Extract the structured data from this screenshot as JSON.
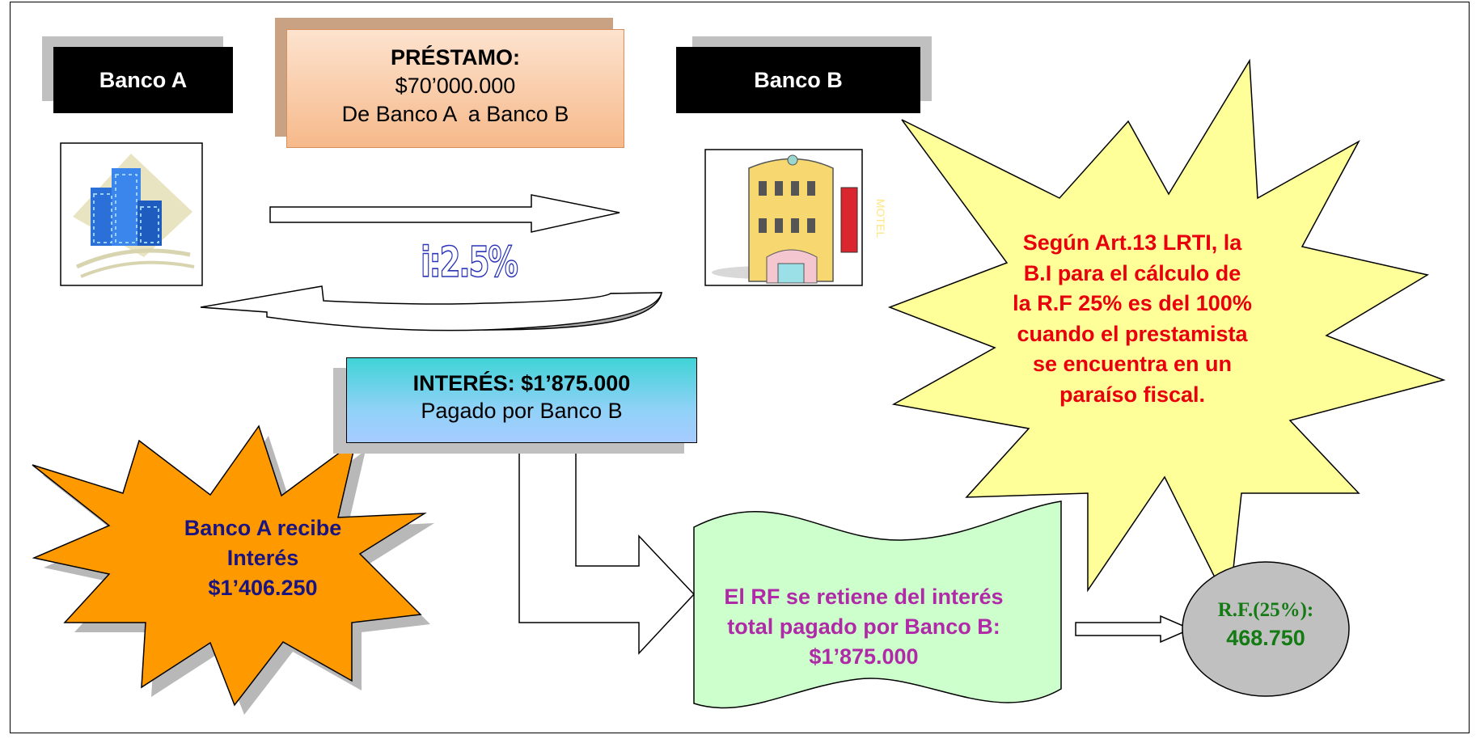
{
  "bank_a": {
    "label": "Banco A",
    "icon": "office-buildings-icon"
  },
  "bank_b": {
    "label": "Banco B",
    "icon": "motel-icon",
    "sign_text": "MOTEL"
  },
  "loan": {
    "title": "PRÉSTAMO:",
    "amount": "$70’000.000",
    "direction": "De Banco A  a Banco B"
  },
  "rate": {
    "label": "i:2.5%"
  },
  "interest": {
    "title": "INTERÉS: $1’875.000",
    "subtitle": "Pagado por Banco B"
  },
  "bank_a_receives": {
    "lines": [
      "Banco A recibe",
      "Interés",
      "$1’406.250"
    ]
  },
  "law_note": {
    "lines": [
      "Según Art.13 LRTI, la",
      "B.I para el cálculo de",
      "la R.F 25% es del 100%",
      "cuando el prestamista",
      "se encuentra en un",
      "paraíso fiscal."
    ]
  },
  "retention_note": {
    "lines": [
      "El RF se retiene del interés",
      "total pagado por Banco B:",
      "$1’875.000"
    ]
  },
  "rf_result": {
    "label": "R.F.(25%):",
    "value": "468.750"
  },
  "colors": {
    "orange_star": "#ff9900",
    "yellow_star": "#ffff99",
    "wave_fill": "#ccffcc",
    "ellipse_fill": "#c0c0c0",
    "red_text": "#e8000d",
    "navy_text": "#1a1480",
    "magenta_text": "#b02aa8",
    "green_text": "#147a14"
  }
}
